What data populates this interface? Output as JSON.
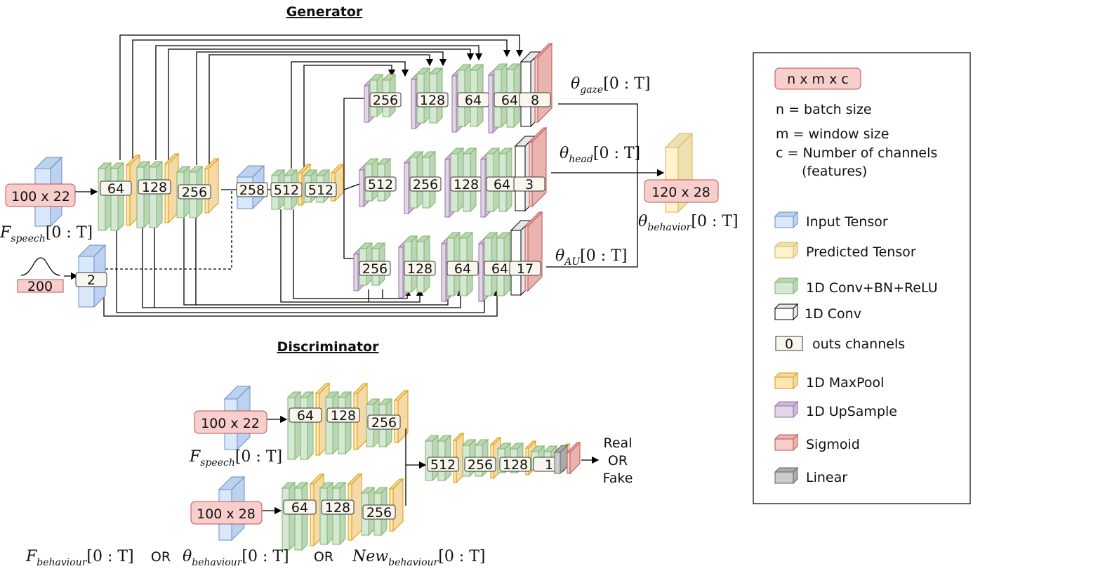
{
  "generator": {
    "title": "Generator",
    "speech_input": "100 x 22",
    "speech_label": "F",
    "speech_sub": "speech",
    "range": "[0 : T]",
    "noise_dim": "200",
    "noise_out": "2",
    "encoder_channels": [
      "64",
      "128",
      "256"
    ],
    "bottleneck_channels": [
      "258",
      "512",
      "512"
    ],
    "gaze": {
      "label": "θ",
      "sub": "gaze",
      "channels": [
        "256",
        "128",
        "64",
        "64"
      ],
      "out": "8"
    },
    "head": {
      "label": "θ",
      "sub": "head",
      "channels": [
        "512",
        "256",
        "128",
        "64"
      ],
      "out": "3"
    },
    "au": {
      "label": "θ",
      "sub": "AU",
      "channels": [
        "256",
        "128",
        "64",
        "64"
      ],
      "out": "17"
    },
    "output": "120 x 28",
    "output_label": "θ",
    "output_sub": "behavior"
  },
  "discriminator": {
    "title": "Discriminator",
    "speech_input": "100 x 22",
    "speech_label": "F",
    "speech_sub": "speech",
    "behavior_input": "100 x 28",
    "branch_channels": [
      "64",
      "128",
      "256"
    ],
    "joint_channels": [
      "512",
      "256",
      "128",
      "1"
    ],
    "result": [
      "Real",
      "OR",
      "Fake"
    ],
    "bottom_f": "F",
    "bottom_f_sub": "behaviour",
    "bottom_theta": "θ",
    "bottom_theta_sub": "behaviour",
    "bottom_new": "New",
    "bottom_new_sub": "behaviour",
    "or_text": "OR",
    "range": "[0 : T]"
  },
  "legend": {
    "dims": "n x m x c",
    "lines": [
      "n = batch size",
      "m = window size",
      "c = Number of channels",
      "(features)"
    ],
    "items": [
      {
        "label": "Input Tensor",
        "color": "#dae8fc",
        "icon": "input-tensor"
      },
      {
        "label": "Predicted Tensor",
        "color": "#fff2cc",
        "icon": "predicted-tensor"
      },
      {
        "label": "1D Conv+BN+ReLU",
        "color": "#d5e8d4",
        "icon": "conv-bn-relu"
      },
      {
        "label": "1D Conv",
        "color": "#ffffff",
        "icon": "conv"
      },
      {
        "label": "outs channels",
        "badge": "0",
        "icon": "out-channels"
      },
      {
        "label": "1D MaxPool",
        "color": "#ffe6b3",
        "icon": "maxpool"
      },
      {
        "label": "1D UpSample",
        "color": "#e1d5e7",
        "icon": "upsample"
      },
      {
        "label": "Sigmoid",
        "color": "#f8cecc",
        "icon": "sigmoid"
      },
      {
        "label": "Linear",
        "color": "#cccccc",
        "icon": "linear"
      }
    ]
  }
}
